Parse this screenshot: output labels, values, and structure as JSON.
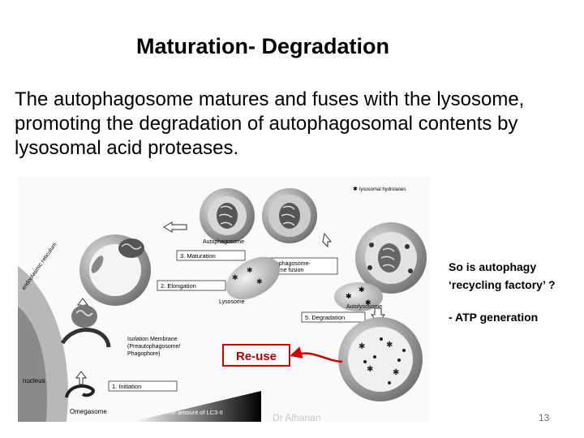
{
  "slide": {
    "title": "Maturation- Degradation",
    "body": "The autophagosome matures and fuses  with the lysosome, promoting the degradation of autophagosomal contents by lysosomal acid proteases.",
    "side_question_line1": "So is autophagy",
    "side_question_line2": "‘recycling factory’ ?",
    "side_point": "- ATP generation",
    "reuse_label": "Re-use",
    "footer": "Dr Alhanan",
    "slide_number": "13"
  },
  "figure": {
    "legend": "lysosomal hydrolases",
    "steps": {
      "initiation": "1. Initiation",
      "elongation": "2. Elongation",
      "maturation": "3. Maturation",
      "fusion_line1": "4. Autophagosome-",
      "fusion_line2": "Lysosome fusion",
      "degradation": "5. Degradation"
    },
    "labels": {
      "autophagosome": "Autophagosome",
      "lysosome": "Lysosome",
      "autolysosome": "Autolysosome",
      "isolation_line1": "Isolation Membrane",
      "isolation_line2": "(Preautophagosome/",
      "isolation_line3": "Phagophore)",
      "omegasome": "Omegasome",
      "nucleus": "nucleus",
      "er": "endoplasmic reticulum",
      "lc3": "The amount of LC3-II"
    },
    "colors": {
      "arrow_red": "#cc0000",
      "reuse_text": "#b00000"
    }
  }
}
